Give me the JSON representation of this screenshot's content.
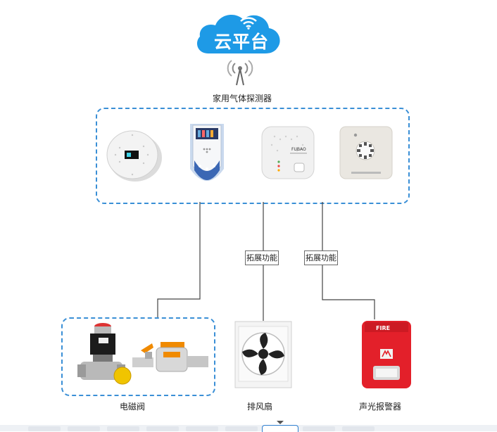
{
  "cloud": {
    "title": "云平台",
    "icon": "wifi-icon"
  },
  "antenna": {
    "icon": "antenna-signal-icon"
  },
  "detectors": {
    "title": "家用气体探测器",
    "items": [
      {
        "name": "round-gas-detector",
        "icon": "round-detector-icon"
      },
      {
        "name": "wall-gas-detector",
        "icon": "wall-detector-icon"
      },
      {
        "name": "fubao-gas-detector",
        "icon": "square-detector-icon",
        "brand": "FUBAO"
      },
      {
        "name": "ceiling-gas-detector",
        "icon": "ceiling-detector-icon"
      }
    ]
  },
  "connections": {
    "extend_label_1": "拓展功能",
    "extend_label_2": "拓展功能"
  },
  "valve": {
    "label": "电磁阀",
    "icon": "solenoid-valve-icon"
  },
  "fan": {
    "label": "排风扇",
    "icon": "exhaust-fan-icon"
  },
  "alarm": {
    "label": "声光报警器",
    "icon": "fire-alarm-icon",
    "badge": "FIRE"
  },
  "colors": {
    "cloud": "#1e9ae6",
    "dashed_border": "#3a8fd6",
    "line": "#444444",
    "alarm_red": "#e3202a"
  },
  "bottom": {
    "icon": "chevron-down-icon"
  }
}
